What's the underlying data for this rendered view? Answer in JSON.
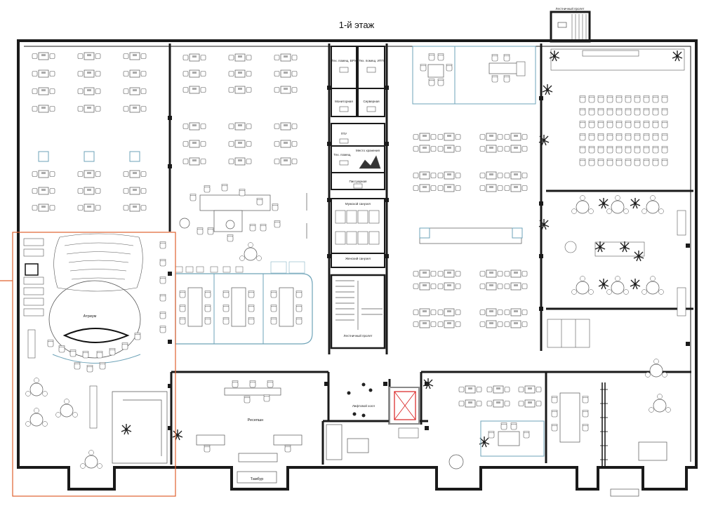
{
  "plan": {
    "title": "1-й этаж",
    "stair_top_label": "Лестничный пролет",
    "rooms": {
      "tech1": "Тех. помещ. ВРУ",
      "tech2": "Тех. помещ. ИТП",
      "monitoring": "Мониторная",
      "server": "Серверная",
      "ups": "ГПУ",
      "tech3": "Тех. помещ.",
      "shower": "Место хранения",
      "sandbox": "Писсуарная",
      "male_wc": "Мужской санузел",
      "female_wc": "Женский санузел",
      "stairwell": "Лестничный пролет",
      "atrium": "Атриум",
      "elevator_hall": "Лифтовой холл",
      "reception": "Ресепшн",
      "vestibule": "Тамбур"
    }
  },
  "colors": {
    "wall": "#1a1a1a",
    "line": "#555555",
    "highlight": "#e0622e",
    "glass": "#6ea3b8",
    "elevator": "#d92020",
    "shaft": "#8a8a8a"
  }
}
